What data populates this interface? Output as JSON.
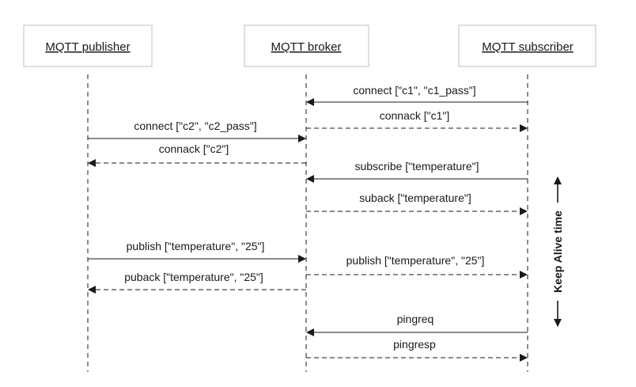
{
  "participants": [
    {
      "id": "publisher",
      "label": "MQTT publisher"
    },
    {
      "id": "broker",
      "label": "MQTT broker"
    },
    {
      "id": "subscriber",
      "label": "MQTT subscriber"
    }
  ],
  "messages": [
    {
      "from": "subscriber",
      "to": "broker",
      "label": "connect [\"c1\", \"c1_pass\"]",
      "style": "solid"
    },
    {
      "from": "broker",
      "to": "subscriber",
      "label": "connack [\"c1\"]",
      "style": "dashed"
    },
    {
      "from": "publisher",
      "to": "broker",
      "label": "connect [\"c2\", \"c2_pass\"]",
      "style": "solid"
    },
    {
      "from": "broker",
      "to": "publisher",
      "label": "connack [\"c2\"]",
      "style": "dashed"
    },
    {
      "from": "subscriber",
      "to": "broker",
      "label": "subscribe [\"temperature\"]",
      "style": "solid"
    },
    {
      "from": "broker",
      "to": "subscriber",
      "label": "suback [\"temperature\"]",
      "style": "dashed"
    },
    {
      "from": "publisher",
      "to": "broker",
      "label": "publish [\"temperature\", \"25\"]",
      "style": "solid"
    },
    {
      "from": "broker",
      "to": "subscriber",
      "label": "publish [\"temperature\", \"25\"]",
      "style": "dashed"
    },
    {
      "from": "broker",
      "to": "publisher",
      "label": "puback [\"temperature\", \"25\"]",
      "style": "dashed"
    },
    {
      "from": "subscriber",
      "to": "broker",
      "label": "pingreq",
      "style": "solid"
    },
    {
      "from": "broker",
      "to": "subscriber",
      "label": "pingresp",
      "style": "dashed"
    }
  ],
  "keep_alive": {
    "label": "Keep Alive time"
  },
  "colors": {
    "line": "#1a1a1a",
    "box_border": "#bfbfbf",
    "background": "#ffffff"
  }
}
